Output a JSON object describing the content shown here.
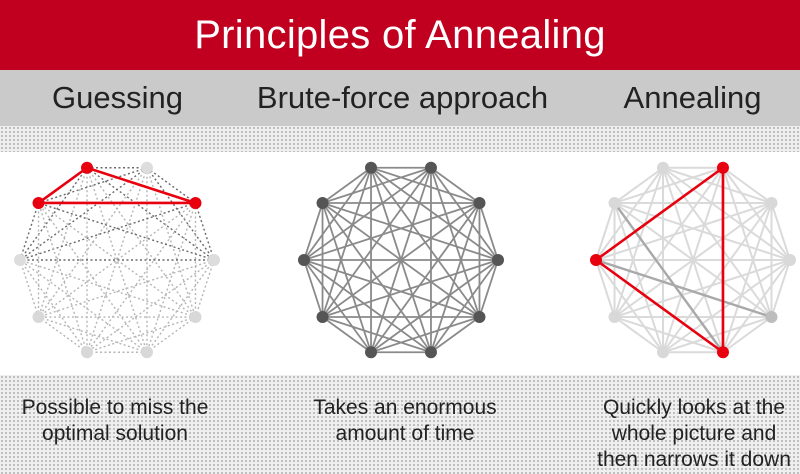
{
  "title": "Principles of Annealing",
  "columns": [
    {
      "heading": "Guessing",
      "caption_lines": [
        "Possible to miss the",
        "optimal solution"
      ],
      "style": "dotted",
      "highlight_path": [
        0,
        2,
        9
      ]
    },
    {
      "heading": "Brute-force approach",
      "caption_lines": [
        "Takes an enormous",
        "amount of time"
      ],
      "style": "solid",
      "highlight_path": []
    },
    {
      "heading": "Annealing",
      "caption_lines": [
        "Quickly looks at the",
        "whole picture and",
        "then narrows it down"
      ],
      "style": "faded",
      "highlight_path": [
        1,
        8,
        5
      ]
    }
  ],
  "colors": {
    "brand_red": "#c1001f",
    "highlight": "#e8000e",
    "node_gray": "#555555",
    "node_light": "#d8d8d8"
  }
}
